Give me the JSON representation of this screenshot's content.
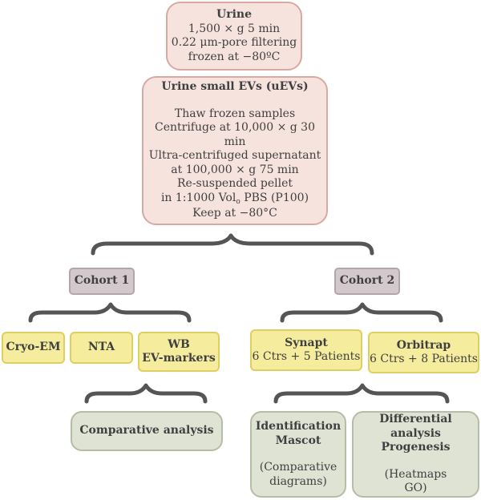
{
  "colors": {
    "pink_fill": "#f6e3de",
    "pink_border": "#d8a9a1",
    "purple_fill": "#d3c9cc",
    "purple_border": "#b3a6ab",
    "yellow_fill": "#f5ec9e",
    "yellow_border": "#ddd060",
    "green_fill": "#dfe3d4",
    "green_border": "#b6bda5",
    "bracket": "#555555",
    "text": "#3f3f3f"
  },
  "urine": {
    "title": "Urine",
    "line1": "1,500 × g 5 min",
    "line2": "0.22 μm-pore filtering",
    "line3": "frozen at −80ºC"
  },
  "uevs": {
    "title": "Urine small EVs (uEVs)",
    "line1": "Thaw frozen samples",
    "line2": "Centrifuge at 10,000 × g 30 min",
    "line3": "Ultra-centrifuged supernatant",
    "line4": "at 100,000 × g 75 min",
    "line5": "Re-suspended pellet",
    "line6_pre": "in 1:1000 Vol",
    "line6_sub": "o",
    "line6_post": " PBS (P100)",
    "line7": "Keep at −80°C"
  },
  "cohort1": {
    "label": "Cohort 1",
    "cryo": "Cryo-EM",
    "nta": "NTA",
    "wb_line1": "WB",
    "wb_line2": "EV-markers",
    "comparative": "Comparative analysis"
  },
  "cohort2": {
    "label": "Cohort 2",
    "synapt_title": "Synapt",
    "synapt_sub": "6 Ctrs + 5 Patients",
    "orbitrap_title": "Orbitrap",
    "orbitrap_sub": "6 Ctrs + 8 Patients",
    "ident_line1": "Identification",
    "ident_line2": "Mascot",
    "ident_line3": "(Comparative",
    "ident_line4": "diagrams)",
    "diff_line1": "Differential analysis",
    "diff_line2": "Progenesis",
    "diff_line3": "(Heatmaps",
    "diff_line4": "GO)"
  }
}
